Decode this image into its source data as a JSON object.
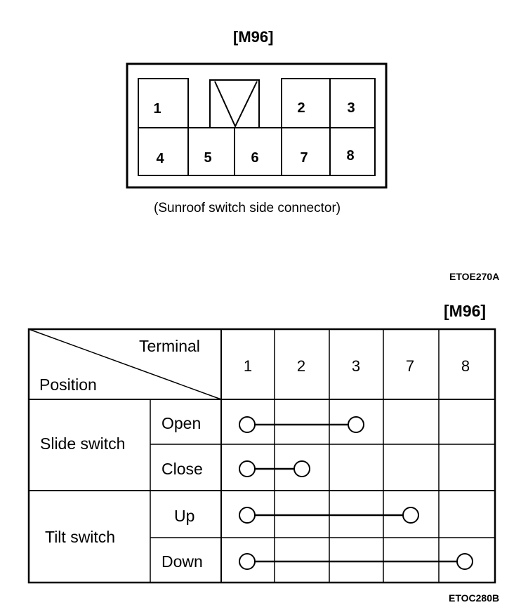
{
  "connector": {
    "title": "[M96]",
    "caption": "(Sunroof switch side connector)",
    "code": "ETOE270A",
    "pins": [
      "1",
      "2",
      "3",
      "4",
      "5",
      "6",
      "7",
      "8"
    ]
  },
  "table": {
    "title": "[M96]",
    "code": "ETOC280B",
    "header": {
      "terminal": "Terminal",
      "position": "Position"
    },
    "terminals": [
      "1",
      "2",
      "3",
      "7",
      "8"
    ],
    "groups": [
      {
        "name": "Slide switch",
        "rows": [
          {
            "label": "Open",
            "connected": [
              "1",
              "3"
            ]
          },
          {
            "label": "Close",
            "connected": [
              "1",
              "2"
            ]
          }
        ]
      },
      {
        "name": "Tilt switch",
        "rows": [
          {
            "label": "Up",
            "connected": [
              "1",
              "7"
            ]
          },
          {
            "label": "Down",
            "connected": [
              "1",
              "8"
            ]
          }
        ]
      }
    ]
  }
}
